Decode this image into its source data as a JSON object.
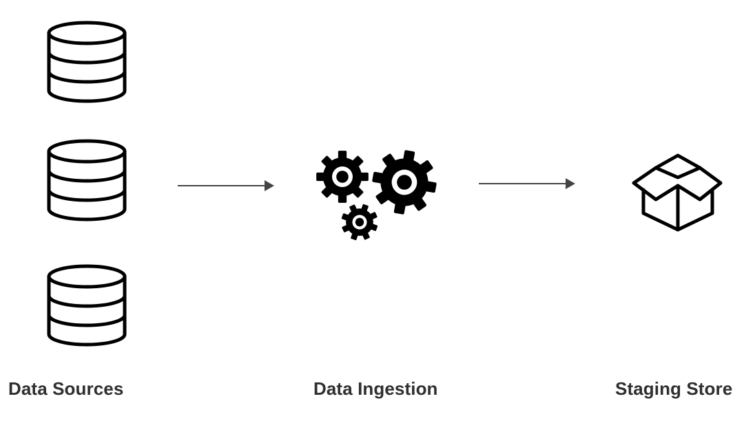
{
  "diagram": {
    "nodes": [
      {
        "label": "Data Sources",
        "icon": "database-icon"
      },
      {
        "label": "Data Ingestion",
        "icon": "gears-icon"
      },
      {
        "label": "Staging Store",
        "icon": "open-box-icon"
      }
    ],
    "edges": [
      {
        "from": "Data Sources",
        "to": "Data Ingestion"
      },
      {
        "from": "Data Ingestion",
        "to": "Staging Store"
      }
    ],
    "colors": {
      "stroke": "#000000",
      "arrow": "#444444",
      "label": "#2f2f2f",
      "background": "#ffffff"
    }
  }
}
